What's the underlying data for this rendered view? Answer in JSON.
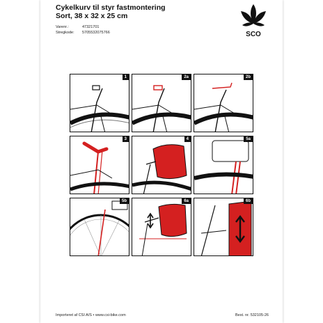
{
  "header": {
    "title_line1": "Cykelkurv til styr fastmontering",
    "title_line2": "Sort, 38 x 32 x 25 cm",
    "varenr_label": "Varenr.:",
    "varenr_value": "47321701",
    "stregkode_label": "Stregkode:",
    "stregkode_value": "5705532075766"
  },
  "logo": {
    "text": "SCO",
    "icon": "sco-leaf-logo-icon"
  },
  "panels": [
    {
      "step": "1"
    },
    {
      "step": "2a"
    },
    {
      "step": "2b"
    },
    {
      "step": "3"
    },
    {
      "step": "4"
    },
    {
      "step": "5a"
    },
    {
      "step": "5b"
    },
    {
      "step": "6a"
    },
    {
      "step": "6b"
    }
  ],
  "footer": {
    "left": "Importeret af CSI A/S • www.csi-bike.com",
    "right": "Best. nr. 532105-26"
  },
  "colors": {
    "accent": "#d42020",
    "ink": "#111111"
  }
}
